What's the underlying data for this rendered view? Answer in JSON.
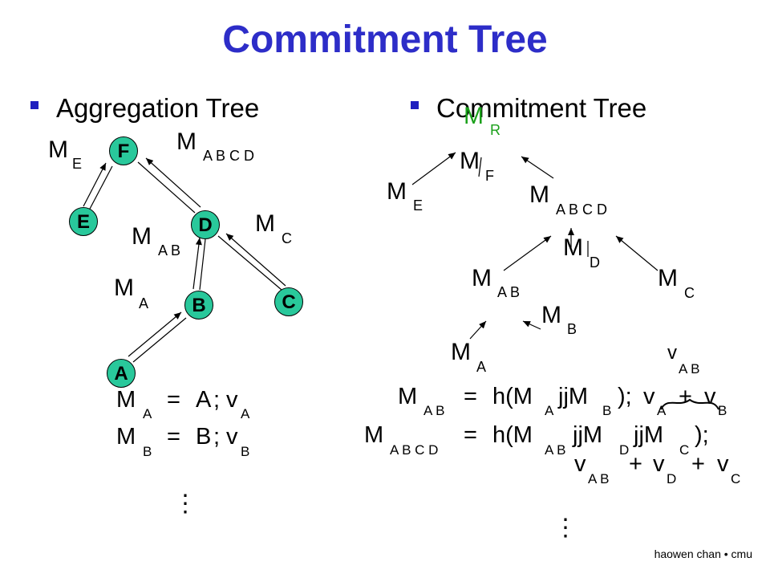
{
  "title": "Commitment Tree",
  "colors": {
    "title": "#2d2dc8",
    "node_fill": "#29c89b",
    "green": "#1aa01a",
    "bullet": "#1f1fbf"
  },
  "left": {
    "heading": "Aggregation Tree",
    "nodes": {
      "F": "F",
      "E": "E",
      "D": "D",
      "C": "C",
      "B": "B",
      "A": "A"
    },
    "labels": {
      "m": "M",
      "sub_E": "E",
      "sub_ABCD": "A B C D",
      "sub_AB": "A B",
      "sub_C": "C",
      "sub_A": "A"
    },
    "eq1": {
      "m": "M",
      "sub": "A",
      "eq": "=",
      "rhs": "A",
      "semi": ";",
      "v": "v",
      "vsub": "A"
    },
    "eq2": {
      "m": "M",
      "sub": "B",
      "eq": "=",
      "rhs": "B",
      "semi": ";",
      "v": "v",
      "vsub": "B"
    },
    "ellipsis": "⋮"
  },
  "right": {
    "heading": "Commitment Tree",
    "labels": {
      "m": "M",
      "R": "R",
      "F": "F",
      "E": "E",
      "ABCD": "A B C D",
      "D": "D",
      "AB": "A B",
      "C": "C",
      "B": "B",
      "A": "A",
      "v": "v"
    },
    "eq1": {
      "m": "M",
      "sub": "A B",
      "eq": "=",
      "h": "h(M",
      "sub1": "A",
      "jj": "jjM",
      "sub2": "B",
      "close": ");",
      "v1": "v",
      "vsub1": "A",
      "plus": "+",
      "v2": "v",
      "vsub2": "B",
      "brace": "⏟",
      "over_v": "v",
      "over_sub": "A B"
    },
    "eq2": {
      "m": "M",
      "sub": "A B C D",
      "eq": "=",
      "h": "h(M",
      "sub1": "A B",
      "jj1": "jjM",
      "sub2": "D",
      "jj2": "jjM",
      "sub3": "C",
      "close": ");"
    },
    "eq3": {
      "v1": "v",
      "s1": "A B",
      "p1": "+",
      "v2": "v",
      "s2": "D",
      "p2": "+",
      "v3": "v",
      "s3": "C"
    },
    "ellipsis": "⋮"
  },
  "footer": "haowen chan • cmu"
}
